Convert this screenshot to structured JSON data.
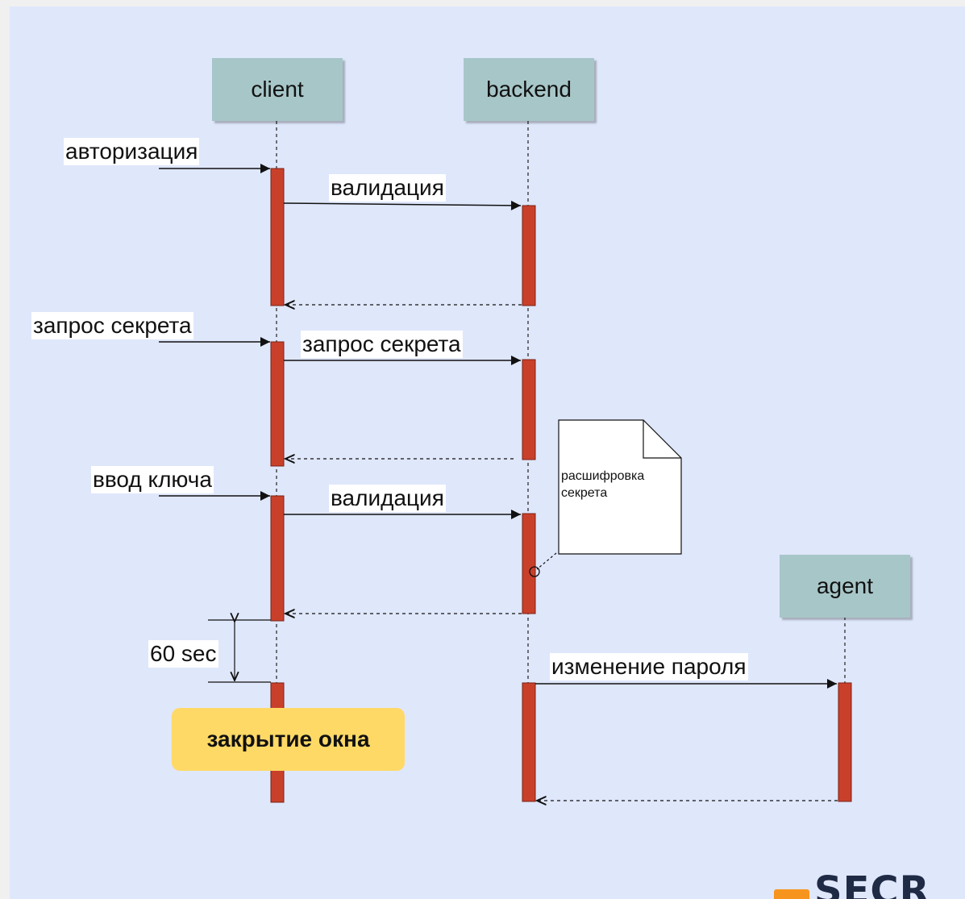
{
  "actors": {
    "client": "client",
    "backend": "backend",
    "agent": "agent"
  },
  "messages": {
    "auth": "авторизация",
    "validation1": "валидация",
    "secret_request_in": "запрос секрета",
    "secret_request_out": "запрос секрета",
    "key_input": "ввод ключа",
    "validation2": "валидация",
    "password_change": "изменение пароля"
  },
  "timer_label": "60 sec",
  "note": {
    "line1": "расшифровка",
    "line2": "секрета"
  },
  "close_window": "закрытие окна",
  "logo_text": "SECR",
  "colors": {
    "background": "#dfe7fb",
    "actor_fill": "#a7c6c8",
    "activation": "#c9402a",
    "highlight": "#ffd966",
    "logo_orange": "#f7941d"
  }
}
